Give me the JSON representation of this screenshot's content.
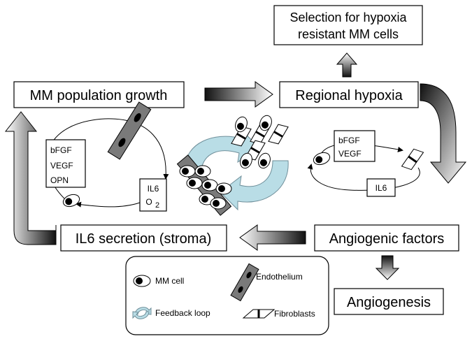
{
  "boxes": {
    "selection_line1": "Selection for hypoxia",
    "selection_line2": "resistant MM cells",
    "mm_growth": "MM population growth",
    "regional_hypoxia": "Regional hypoxia",
    "angiogenic_factors": "Angiogenic factors",
    "il6_secretion": "IL6 secretion (stroma)",
    "angiogenesis": "Angiogenesis"
  },
  "left_loop": {
    "factors": [
      "bFGF",
      "VEGF",
      "OPN"
    ],
    "il6": "IL6",
    "o2_base": "O",
    "o2_sub": "2"
  },
  "right_loop": {
    "factors": [
      "bFGF",
      "VEGF"
    ],
    "il6": "IL6"
  },
  "legend": {
    "mm_cell": "MM cell",
    "endothelium": "Endothelium",
    "feedback_loop": "Feedback loop",
    "fibroblasts": "Fibroblasts"
  },
  "colors": {
    "feedback_arrow": "#b9dde6",
    "feedback_arrow_stroke": "#6f8f9a",
    "endothelium": "#7a7a7a",
    "arrow_dark": "#1a1a1a",
    "arrow_light": "#ffffff"
  }
}
